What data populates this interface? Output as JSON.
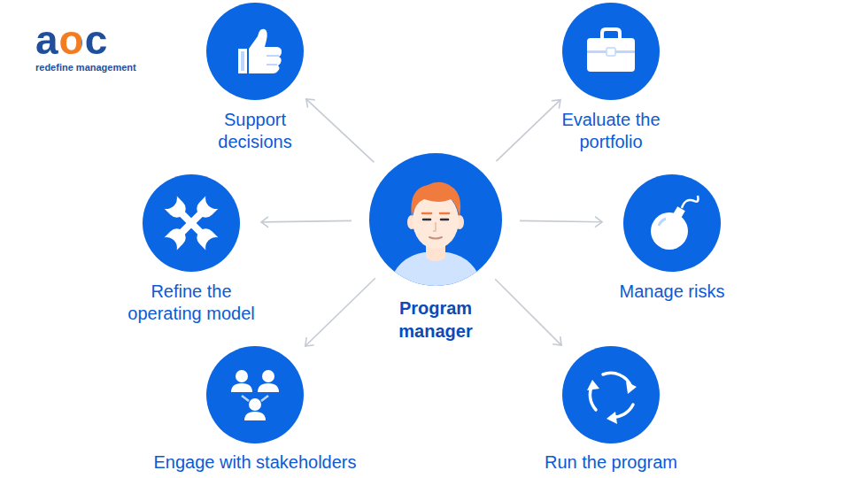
{
  "diagram": {
    "nodes": [
      {
        "text": [
          "Support decisions"
        ]
      },
      {
        "text": [
          "Evaluate the portfolio"
        ]
      },
      {
        "text": [
          "Refine the operating model"
        ]
      },
      {
        "text": [
          "Program manager"
        ]
      },
      {
        "text": [
          "Manage risks"
        ]
      },
      {
        "text": [
          "Engage with stakeholders"
        ]
      },
      {
        "text": [
          "Run the program"
        ]
      }
    ],
    "edges": [
      {
        "from": 3,
        "to": 0,
        "arrow": "to"
      },
      {
        "from": 3,
        "to": 1,
        "arrow": "to"
      },
      {
        "from": 3,
        "to": 2,
        "arrow": "to"
      },
      {
        "from": 3,
        "to": 4,
        "arrow": "to"
      },
      {
        "from": 3,
        "to": 5,
        "arrow": "to"
      },
      {
        "from": 3,
        "to": 6,
        "arrow": "to"
      }
    ],
    "labels": [
      "aoc",
      "redefine management"
    ]
  }
}
